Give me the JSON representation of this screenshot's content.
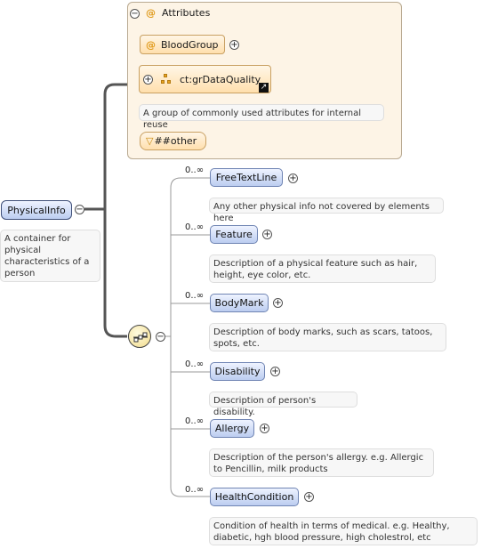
{
  "attributes": {
    "title": "Attributes",
    "blood_group": "BloodGroup",
    "data_quality": "ct:grDataQuality",
    "group_description": "A group of commonly used attributes for internal reuse",
    "any_attribute": "##other"
  },
  "root": {
    "name": "PhysicalInfo",
    "description": "A container for physical characteristics of a person"
  },
  "children": [
    {
      "name": "FreeTextLine",
      "cardinality": "0..∞",
      "description": "Any other physical info not covered by elements here"
    },
    {
      "name": "Feature",
      "cardinality": "0..∞",
      "description": "Description of a physical feature such as hair, height, eye color, etc."
    },
    {
      "name": "BodyMark",
      "cardinality": "0..∞",
      "description": "Description of body marks, such as scars, tatoos, spots, etc."
    },
    {
      "name": "Disability",
      "cardinality": "0..∞",
      "description": "Description of person's disability."
    },
    {
      "name": "Allergy",
      "cardinality": "0..∞",
      "description": "Description of the person's allergy. e.g. Allergic to Pencillin, milk products"
    },
    {
      "name": "HealthCondition",
      "cardinality": "0..∞",
      "description": "Condition of health in terms of medical. e.g. Healthy, diabetic, hgh blood pressure, high cholestrol, etc"
    }
  ],
  "colors": {
    "element_fill": "#bccdf0",
    "attribute_fill": "#ffdfad",
    "panel_fill": "#fdf4e6",
    "sequence_fill": "#f2dc8c"
  }
}
